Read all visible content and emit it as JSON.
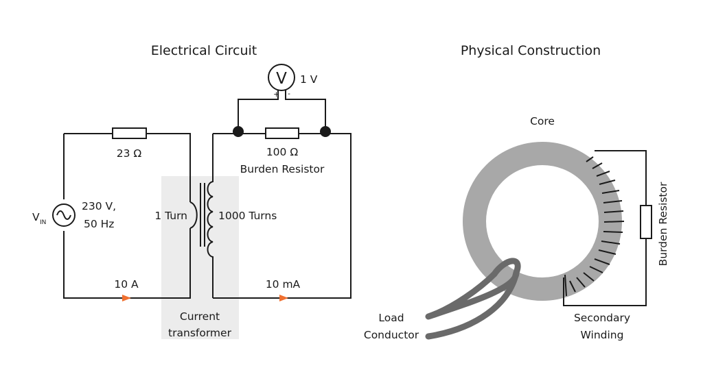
{
  "colors": {
    "wire": "#1a1a1a",
    "arrow": "#f07030",
    "core": "#a8a8a8",
    "conductor": "#6a6a6a",
    "ct_highlight": "#ececec"
  },
  "circuit": {
    "title": "Electrical Circuit",
    "source": {
      "symbol": "V",
      "subscript": "IN",
      "value_line1": "230 V,",
      "value_line2": "50 Hz",
      "icon": "ac-source-icon"
    },
    "series_resistor": {
      "value": "23 Ω",
      "icon": "resistor-icon"
    },
    "primary": {
      "label": "1 Turn",
      "current": "10 A"
    },
    "secondary": {
      "label": "1000 Turns",
      "current": "10 mA"
    },
    "burden": {
      "value": "100 Ω",
      "name": "Burden Resistor",
      "icon": "resistor-icon"
    },
    "voltmeter": {
      "symbol": "V",
      "reading": "1 V",
      "plus": "+",
      "minus": "-",
      "icon": "voltmeter-icon"
    },
    "ct_label_line1": "Current",
    "ct_label_line2": "transformer"
  },
  "physical": {
    "title": "Physical Construction",
    "core_label": "Core",
    "conductor_line1": "Load",
    "conductor_line2": "Conductor",
    "winding_line1": "Secondary",
    "winding_line2": "Winding",
    "burden_label": "Burden Resistor"
  }
}
